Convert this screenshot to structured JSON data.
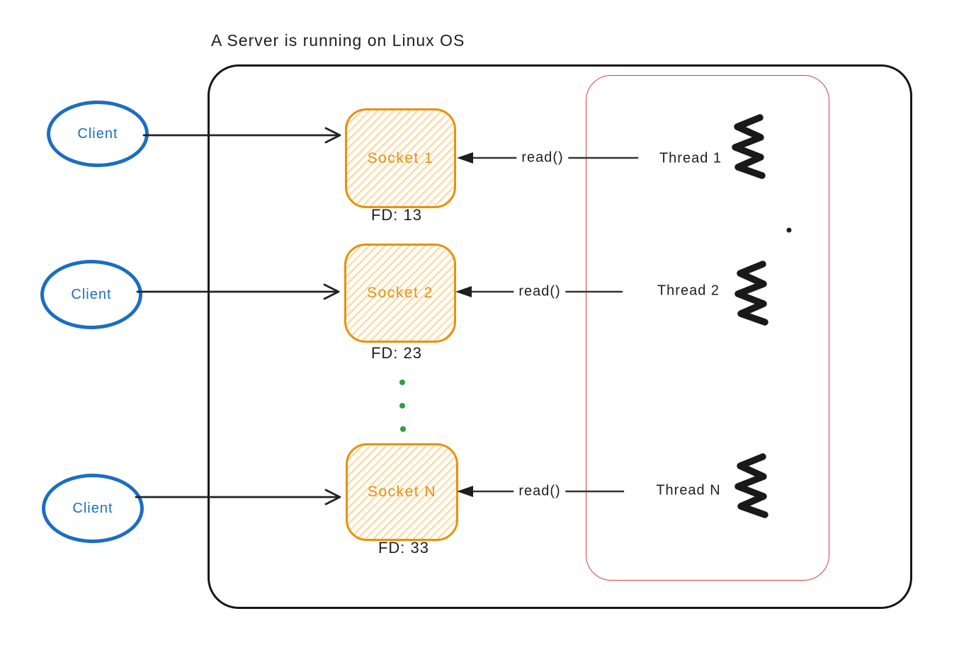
{
  "title": "A Server is running on Linux OS",
  "clients": [
    {
      "label": "Client"
    },
    {
      "label": "Client"
    },
    {
      "label": "Client"
    }
  ],
  "sockets": [
    {
      "label": "Socket 1",
      "fd_label": "FD: 13"
    },
    {
      "label": "Socket 2",
      "fd_label": "FD: 23"
    },
    {
      "label": "Socket N",
      "fd_label": "FD: 33"
    }
  ],
  "threads": [
    {
      "label": "Thread 1",
      "call_label": "read()"
    },
    {
      "label": "Thread 2",
      "call_label": "read()"
    },
    {
      "label": "Thread N",
      "call_label": "read()"
    }
  ],
  "colors": {
    "stroke_black": "#1e1e1e",
    "client_blue": "#1b6ec2",
    "socket_orange": "#e8910c",
    "threadpool_red": "#d84040",
    "ellipsis_green": "#2f9e44",
    "background": "#ffffff"
  }
}
